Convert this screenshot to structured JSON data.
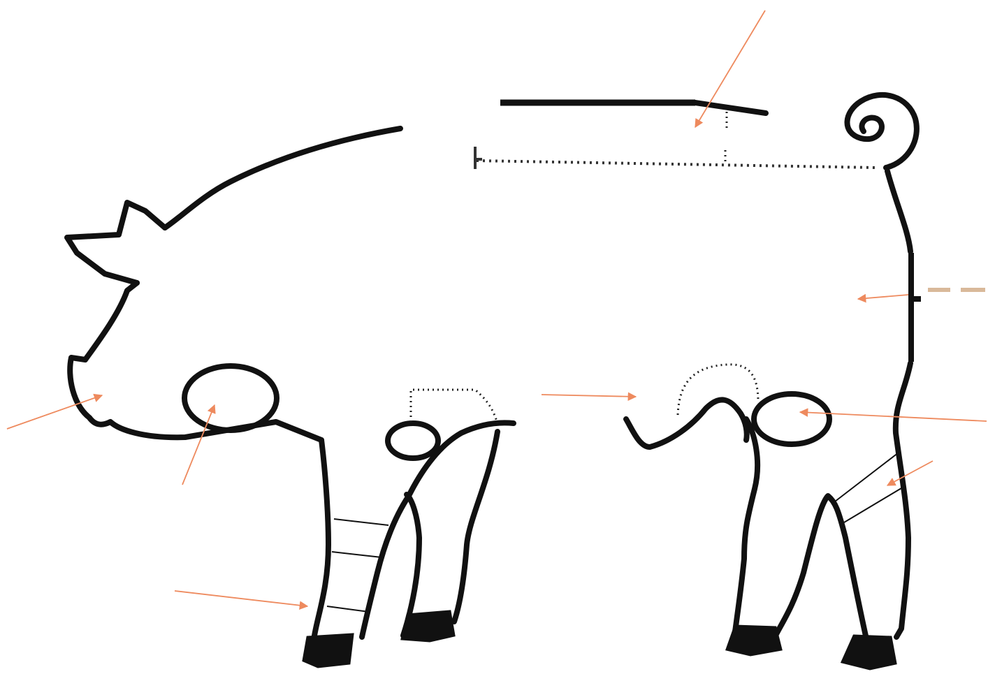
{
  "diagram": {
    "subject": "pig-parts-labeling-worksheet",
    "outline_color": "#111111",
    "pointer_color": "#ee8a5e",
    "dash_color": "#d9b99a",
    "pointers": [
      {
        "name": "top-line-pointer",
        "label": ""
      },
      {
        "name": "ham-pointer",
        "label": ""
      },
      {
        "name": "snout-pointer",
        "label": ""
      },
      {
        "name": "jowl-pointer",
        "label": ""
      },
      {
        "name": "pastern-pointer",
        "label": ""
      },
      {
        "name": "belly-pointer",
        "label": ""
      },
      {
        "name": "flank-pointer",
        "label": ""
      },
      {
        "name": "hock-pointer",
        "label": ""
      }
    ]
  }
}
